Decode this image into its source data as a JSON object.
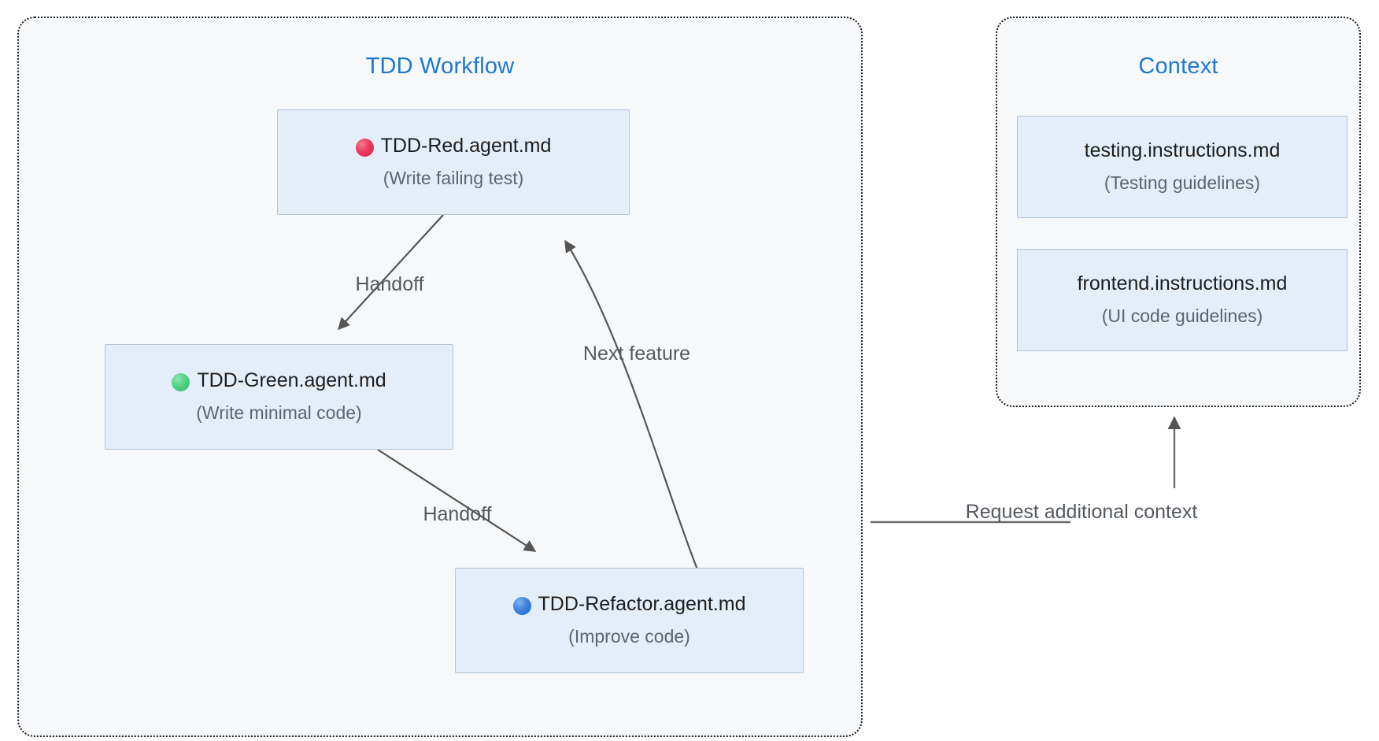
{
  "diagram": {
    "type": "flowchart",
    "background": "#ffffff",
    "accent_blue": "#1f77d0",
    "node_fill": "#e4eef9",
    "node_border": "#b3c4d4",
    "subgraph_fill": "#f7f8fa",
    "subgraph_border": "#1f1f1f",
    "edge_color": "#555555",
    "label_color": "#54595f"
  },
  "subgraphs": [
    {
      "id": "tdd-workflow",
      "title": "TDD Workflow"
    },
    {
      "id": "context",
      "title": "Context"
    }
  ],
  "nodes": [
    {
      "id": "tdd-red",
      "icon": "red-circle-icon",
      "title": "TDD-Red.agent.md",
      "subtitle": "(Write failing test)"
    },
    {
      "id": "tdd-green",
      "icon": "green-circle-icon",
      "title": "TDD-Green.agent.md",
      "subtitle": "(Write minimal code)"
    },
    {
      "id": "tdd-refactor",
      "icon": "blue-circle-icon",
      "title": "TDD-Refactor.agent.md",
      "subtitle": "(Improve code)"
    },
    {
      "id": "testing-instructions",
      "icon": "none",
      "title": "testing.instructions.md",
      "subtitle": "(Testing guidelines)"
    },
    {
      "id": "frontend-instructions",
      "icon": "none",
      "title": "frontend.instructions.md",
      "subtitle": "(UI code guidelines)"
    }
  ],
  "edges": [
    {
      "id": "red-to-green",
      "label": "Handoff",
      "from": "tdd-red",
      "to": "tdd-green"
    },
    {
      "id": "green-to-refactor",
      "label": "Handoff",
      "from": "tdd-green",
      "to": "tdd-refactor"
    },
    {
      "id": "refactor-to-red",
      "label": "Next feature",
      "from": "tdd-refactor",
      "to": "tdd-red"
    },
    {
      "id": "workflow-to-context",
      "label_line1": "Request additional",
      "label_line2": "context",
      "from": "tdd-workflow",
      "to": "context"
    }
  ]
}
